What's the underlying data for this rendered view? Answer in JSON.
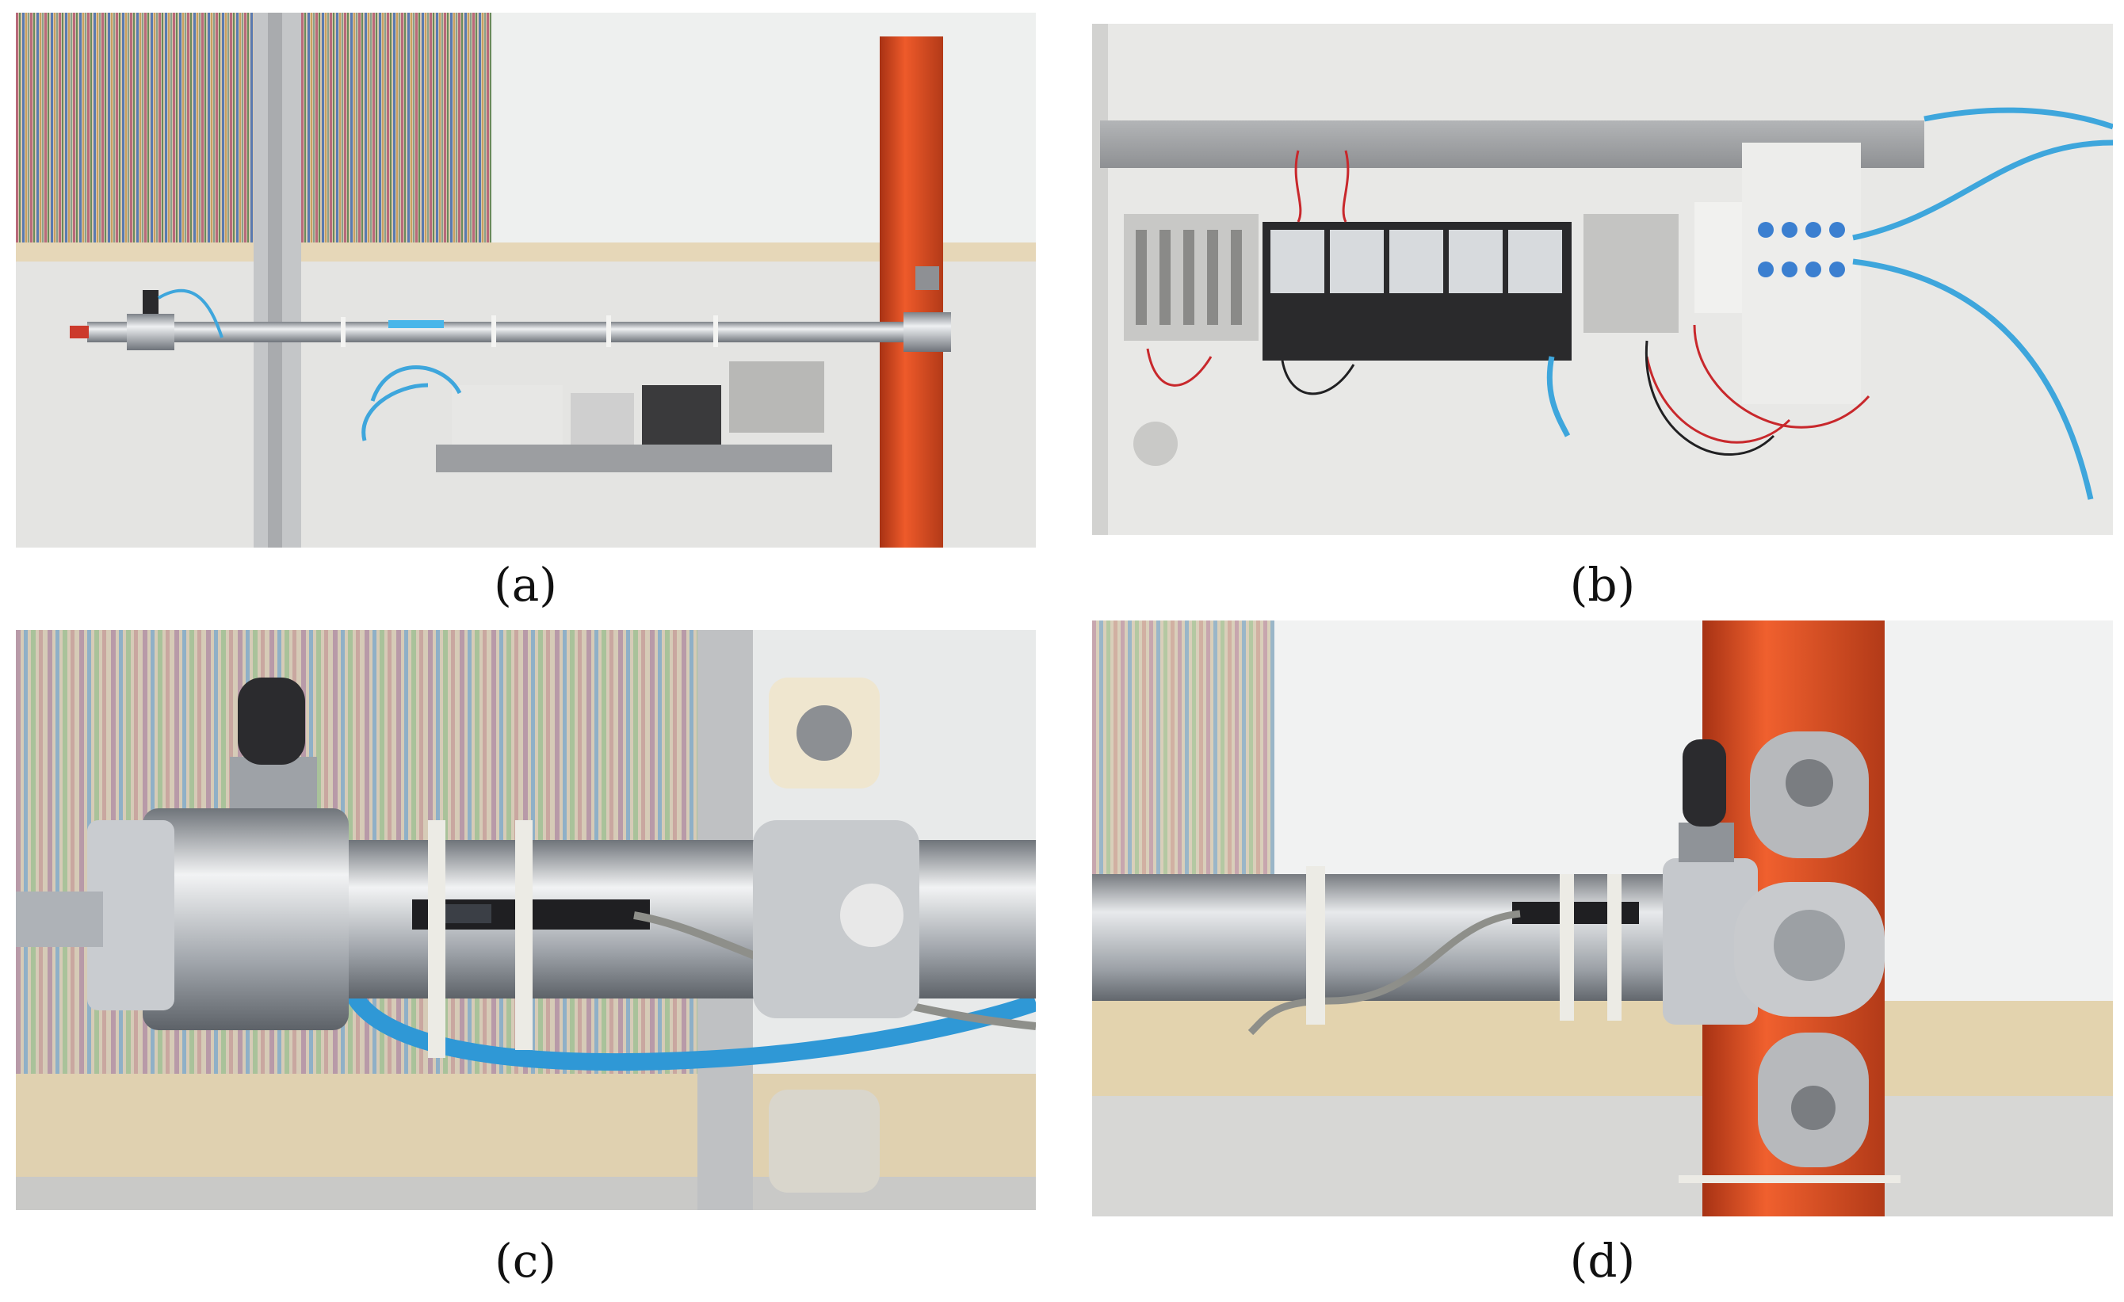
{
  "figure": {
    "panels": [
      {
        "id": "a",
        "caption": "(a)"
      },
      {
        "id": "b",
        "caption": "(b)"
      },
      {
        "id": "c",
        "caption": "(c)"
      },
      {
        "id": "d",
        "caption": "(d)"
      }
    ]
  },
  "colors": {
    "frame_orange": "#e0481f",
    "tubing_blue": "#3ea6dc",
    "wire_red": "#c8282c",
    "cylinder_steel": "#b9bdc2"
  }
}
